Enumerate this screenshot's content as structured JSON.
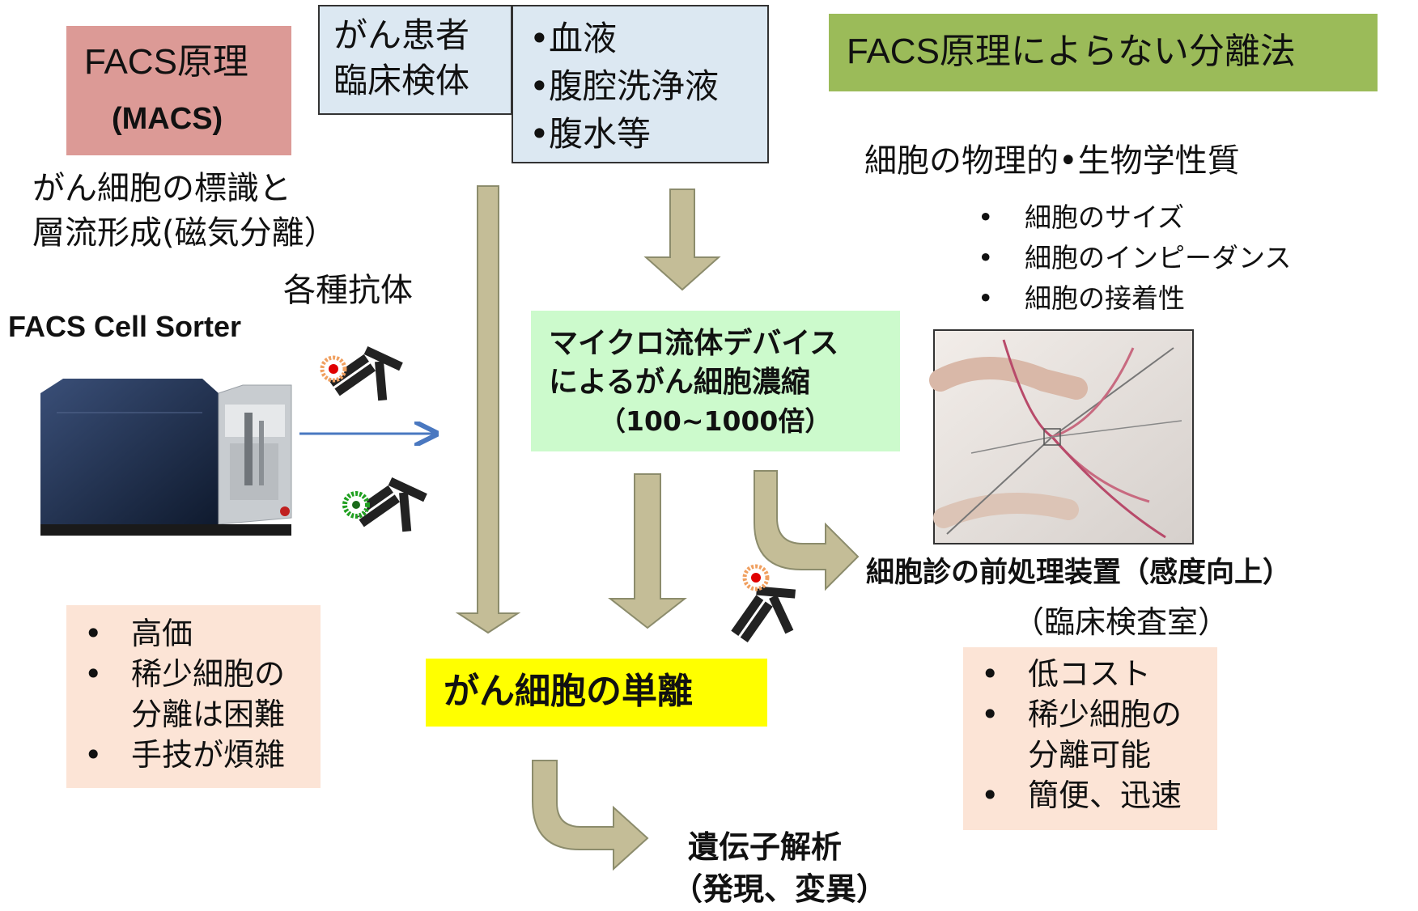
{
  "facs": {
    "title": "FACS原理",
    "subtitle": "(MACS)",
    "desc_line1": "がん細胞の標識と",
    "desc_line2": "層流形成(磁気分離）",
    "antibodies_label": "各種抗体",
    "sorter_label": "FACS Cell Sorter",
    "cons": [
      "高価",
      "稀少細胞の",
      "分離は困難",
      "手技が煩雑"
    ]
  },
  "samples": {
    "source_line1": "がん患者",
    "source_line2": "臨床検体",
    "items": [
      "血液",
      "腹腔洗浄液",
      "腹水等"
    ]
  },
  "non_facs": {
    "title": "FACS原理によらない分離法",
    "properties_title": "細胞の物理的•生物学性質",
    "properties": [
      "細胞のサイズ",
      "細胞のインピーダンス",
      "細胞の接着性"
    ]
  },
  "microfluidic": {
    "line1": "マイクロ流体デバイス",
    "line2": "によるがん細胞濃縮",
    "line3": "（100~1000倍）"
  },
  "pretreatment": {
    "line1": "細胞診の前処理装置（感度向上）",
    "line2": "（臨床検査室）",
    "pros": [
      "低コスト",
      "稀少細胞の",
      "分離可能",
      "簡便、迅速"
    ]
  },
  "isolation": {
    "label": "がん細胞の単離"
  },
  "analysis": {
    "line1": "遺伝子解析",
    "line2": "（発現、変異）"
  },
  "colors": {
    "facs_box": "#dc9a96",
    "sample_box": "#dce8f2",
    "non_facs_box": "#9bbb59",
    "micro_box": "#ccfacc",
    "note_box": "#fce4d6",
    "isolation_box": "#ffff00",
    "arrow_fill": "#c4bd97",
    "arrow_stroke": "#8c8c6c"
  }
}
